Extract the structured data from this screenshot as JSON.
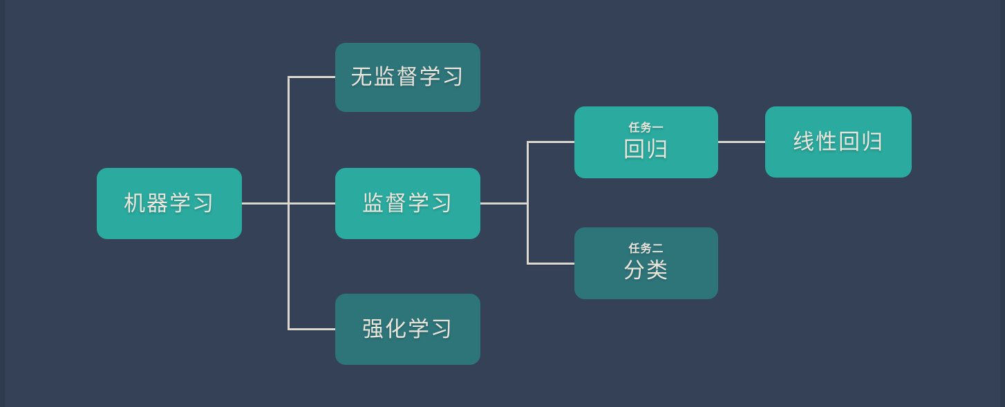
{
  "canvas": {
    "background_color": "#344156",
    "line_color": "#ddd8d0",
    "text_color": "#eae5db"
  },
  "node_colors": {
    "primary_teal": "#2bab9f",
    "secondary_teal": "#2e757a"
  },
  "nodes": {
    "root": {
      "label": "机器学习"
    },
    "unsupervised": {
      "label": "无监督学习"
    },
    "supervised": {
      "label": "监督学习"
    },
    "reinforcement": {
      "label": "强化学习"
    },
    "regression": {
      "tag": "任务一",
      "label": "回归"
    },
    "classification": {
      "tag": "任务二",
      "label": "分类"
    },
    "linear_regression": {
      "label": "线性回归"
    }
  }
}
